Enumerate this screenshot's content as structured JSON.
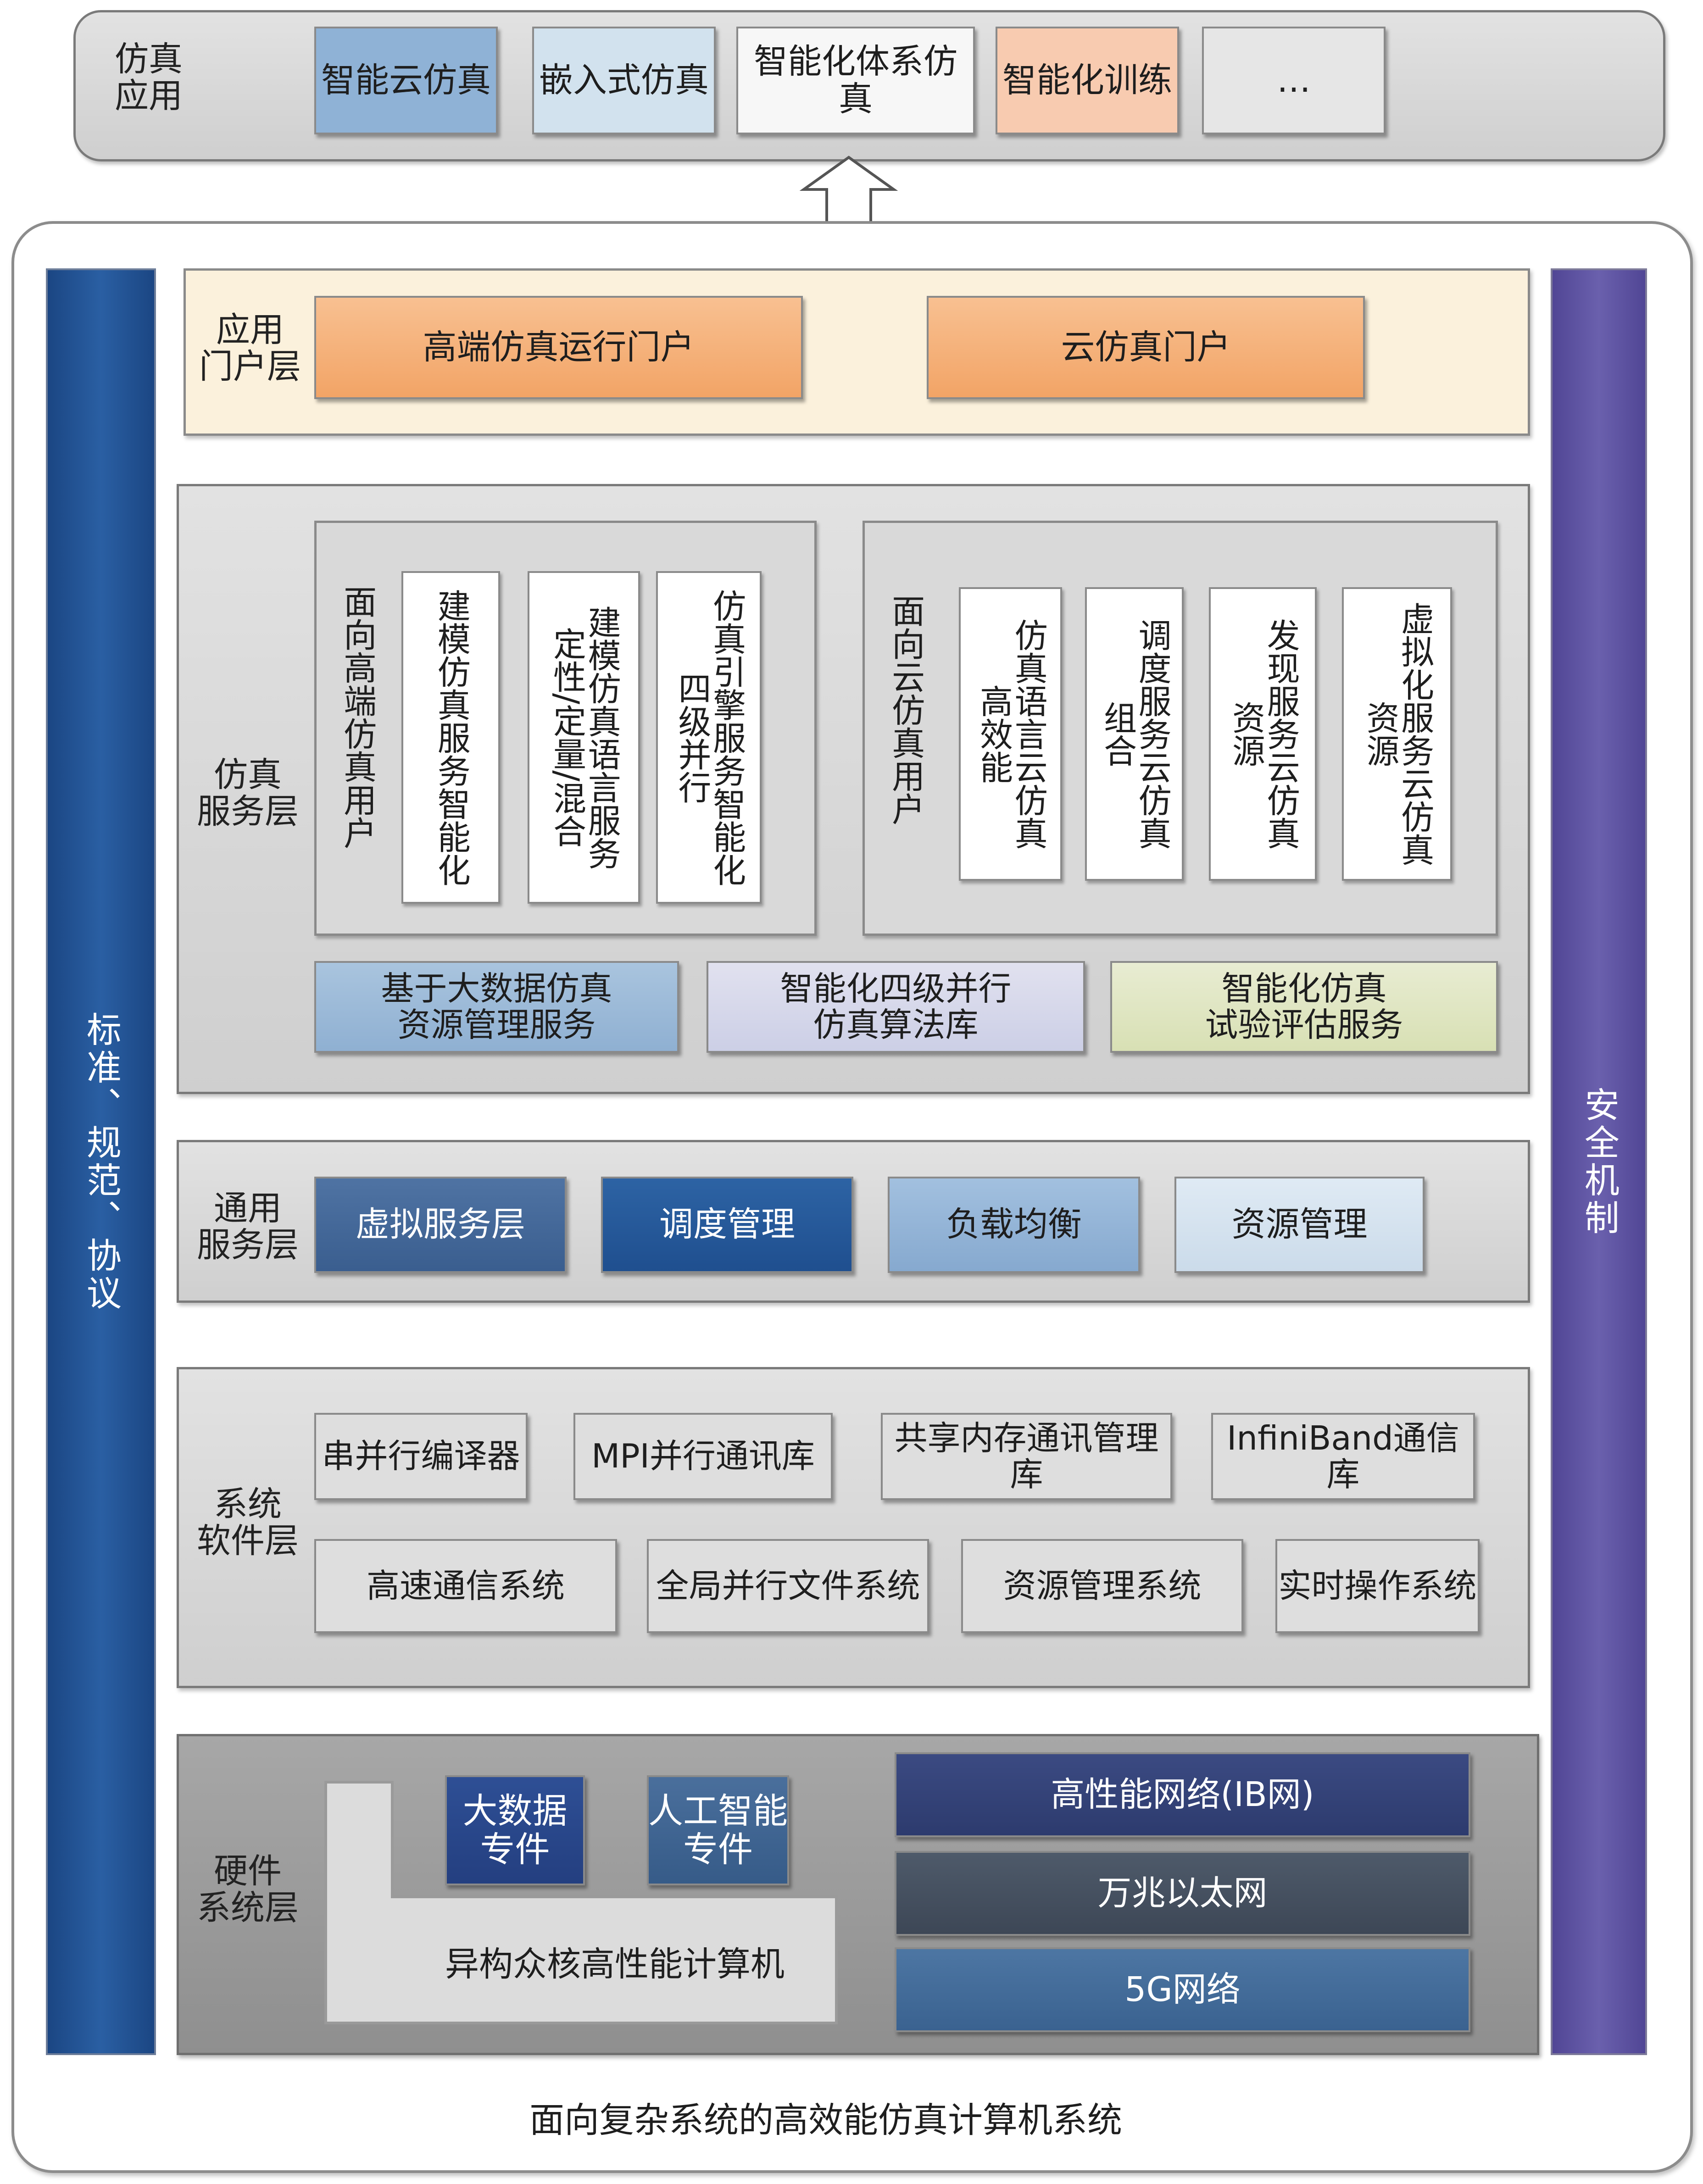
{
  "apps": {
    "label": "仿真\n应用",
    "items": [
      "智能云仿真",
      "嵌入式仿真",
      "智能化体系仿真",
      "智能化训练",
      "…"
    ]
  },
  "left_bar": "标准、规范、协议",
  "right_bar": "安全机制",
  "portal": {
    "label": "应用\n门户层",
    "items": [
      "高端仿真运行门户",
      "云仿真门户"
    ]
  },
  "sim_service": {
    "label": "仿真\n服务层",
    "high_end": {
      "title": "面向高端仿真用户",
      "items": [
        "建模仿真服务智能化",
        "建模仿真语言服务\n定性/定量/混合",
        "仿真引擎服务智能化\n四级并行"
      ]
    },
    "cloud": {
      "title": "面向云仿真用户",
      "items": [
        "仿真语言云仿真\n高效能",
        "调度服务云仿真\n组合",
        "发现服务云仿真\n资源",
        "虚拟化服务云仿真\n资源"
      ]
    },
    "bottom": [
      "基于大数据仿真\n资源管理服务",
      "智能化四级并行\n仿真算法库",
      "智能化仿真\n试验评估服务"
    ]
  },
  "general_service": {
    "label": "通用\n服务层",
    "items": [
      "虚拟服务层",
      "调度管理",
      "负载均衡",
      "资源管理"
    ]
  },
  "system_software": {
    "label": "系统\n软件层",
    "row1": [
      "串并行编译器",
      "MPI并行通讯库",
      "共享内存通讯管理库",
      "InfiniBand通信库"
    ],
    "row2": [
      "高速通信系统",
      "全局并行文件系统",
      "资源管理系统",
      "实时操作系统"
    ]
  },
  "hardware": {
    "label": "硬件\n系统层",
    "bigdata": "大数据\n专件",
    "ai": "人工智能\n专件",
    "computer": "异构众核高性能计算机",
    "networks": [
      "高性能网络(IB网)",
      "万兆以太网",
      "5G网络"
    ]
  },
  "caption": "面向复杂系统的高效能仿真计算机系统",
  "colors": {
    "app_blue": "#8fb2d6",
    "app_lightblue": "#d2e2ee",
    "app_white": "#f7f7f7",
    "app_peach": "#f8cbb0",
    "portal_bg": "#fbf1dc",
    "portal_box": "#f6b27b",
    "left_bar": "#1f4f8f",
    "right_bar": "#5c52a0"
  }
}
